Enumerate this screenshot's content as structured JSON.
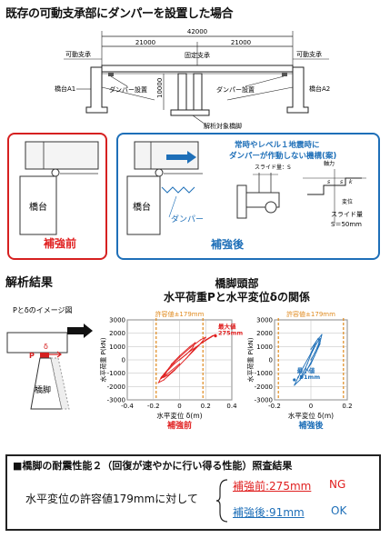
{
  "header": {
    "title": "既存の可動支承部にダンパーを設置した場合"
  },
  "bridge": {
    "total_span": "42000",
    "half_left": "21000",
    "half_right": "21000",
    "height": "10000",
    "movable_left": "可動支承",
    "movable_right": "可動支承",
    "fixed": "固定支承",
    "abutment_a1": "橋台A1",
    "abutment_a2": "橋台A2",
    "damper_left": "ダンパー設置",
    "damper_right": "ダンパー設置",
    "target_pier": "解析対象橋脚"
  },
  "before_panel": {
    "label": "補強前",
    "abutment": "橋台"
  },
  "after_panel": {
    "label": "補強後",
    "abutment": "橋台",
    "damper": "ダンパー",
    "mechanism_line1": "常時やレベル１地震時に",
    "mechanism_line2": "ダンパーが作動しない機構(案)",
    "slide_label": "スライド量：S",
    "axial": "軸力",
    "displacement": "変位",
    "slide_amount": "スライド量",
    "slide_value": "S＝50mm",
    "s1": "s",
    "s2": "s",
    "k": "k"
  },
  "analysis": {
    "section_title": "解析結果",
    "image_title": "Pとδのイメージ図",
    "p_label": "P",
    "delta_label": "δ",
    "pier_label": "橋脚",
    "chart_heading_line1": "橋脚頭部",
    "chart_heading_line2": "水平荷重Pと水平変位δの関係"
  },
  "chart_data": [
    {
      "type": "line",
      "caption": "補強前",
      "title": "",
      "xlabel": "水平変位 δ(m)",
      "ylabel": "水平荷重 P(kN)",
      "xlim": [
        -0.4,
        0.4
      ],
      "ylim": [
        -3000,
        3000
      ],
      "xticks": [
        -0.4,
        -0.2,
        0,
        0.2,
        0.4
      ],
      "yticks": [
        -3000,
        -2000,
        -1000,
        0,
        1000,
        2000,
        3000
      ],
      "allowable_label": "許容値±179mm",
      "allowable_m": [
        -0.179,
        0.179
      ],
      "annotation": {
        "label1": "最大値",
        "label2": "275mm",
        "x": 0.275,
        "y": 1800
      },
      "color": "#e02020",
      "series": [
        {
          "x": [
            0,
            0.05,
            0.1,
            0.12,
            0.08,
            0.0,
            -0.06,
            -0.1,
            -0.12,
            -0.08,
            0.0,
            0.06,
            0.15,
            0.2,
            0.16,
            0.08,
            0.0,
            -0.08,
            -0.14,
            -0.16,
            -0.12,
            -0.04,
            0.05,
            0.12,
            0.2,
            0.25,
            0.275,
            0.24,
            0.16,
            0.06,
            -0.04,
            -0.1,
            -0.14,
            -0.1,
            0.0
          ],
          "y": [
            0,
            400,
            900,
            1300,
            1000,
            300,
            -300,
            -900,
            -1300,
            -1100,
            -400,
            200,
            1100,
            1700,
            1500,
            900,
            200,
            -600,
            -1300,
            -1700,
            -1500,
            -800,
            100,
            900,
            1500,
            1800,
            1900,
            1700,
            1200,
            500,
            -300,
            -900,
            -1400,
            -1100,
            -300
          ]
        }
      ]
    },
    {
      "type": "line",
      "caption": "補強後",
      "title": "",
      "xlabel": "水平変位 δ(m)",
      "ylabel": "水平荷重 P(kN)",
      "xlim": [
        -0.2,
        0.2
      ],
      "ylim": [
        -3000,
        3000
      ],
      "xticks": [
        -0.2,
        0,
        0.2
      ],
      "yticks": [
        -3000,
        -2000,
        -1000,
        0,
        1000,
        2000,
        3000
      ],
      "allowable_label": "許容値±179mm",
      "allowable_m": [
        -0.179,
        0.179
      ],
      "annotation": {
        "label1": "最小値",
        "label2": "-91mm",
        "x": -0.091,
        "y": -1500
      },
      "color": "#1e6fb8",
      "series": [
        {
          "x": [
            0,
            0.02,
            0.04,
            0.05,
            0.03,
            0.0,
            -0.02,
            -0.04,
            -0.06,
            -0.04,
            0.0,
            0.03,
            0.05,
            0.06,
            0.03,
            0.0,
            -0.04,
            -0.07,
            -0.091,
            -0.06,
            -0.02,
            0.02,
            0.05,
            0.04,
            0.0
          ],
          "y": [
            0,
            500,
            1100,
            1600,
            1200,
            400,
            -300,
            -900,
            -1400,
            -1100,
            -300,
            600,
            1300,
            1900,
            1400,
            500,
            -500,
            -1300,
            -1900,
            -1500,
            -700,
            300,
            1200,
            1600,
            800
          ]
        }
      ]
    }
  ],
  "result": {
    "heading": "■橋脚の耐震性能２（回復が速やかに行い得る性能）照査結果",
    "criterion": "水平変位の許容値179mmに対して",
    "before_text": "補強前:275mm",
    "before_judgement": "NG",
    "after_text": "補強後:91mm",
    "after_judgement": "OK"
  },
  "colors": {
    "red": "#e02020",
    "blue": "#1e6fb8",
    "orange": "#e08a1e"
  }
}
